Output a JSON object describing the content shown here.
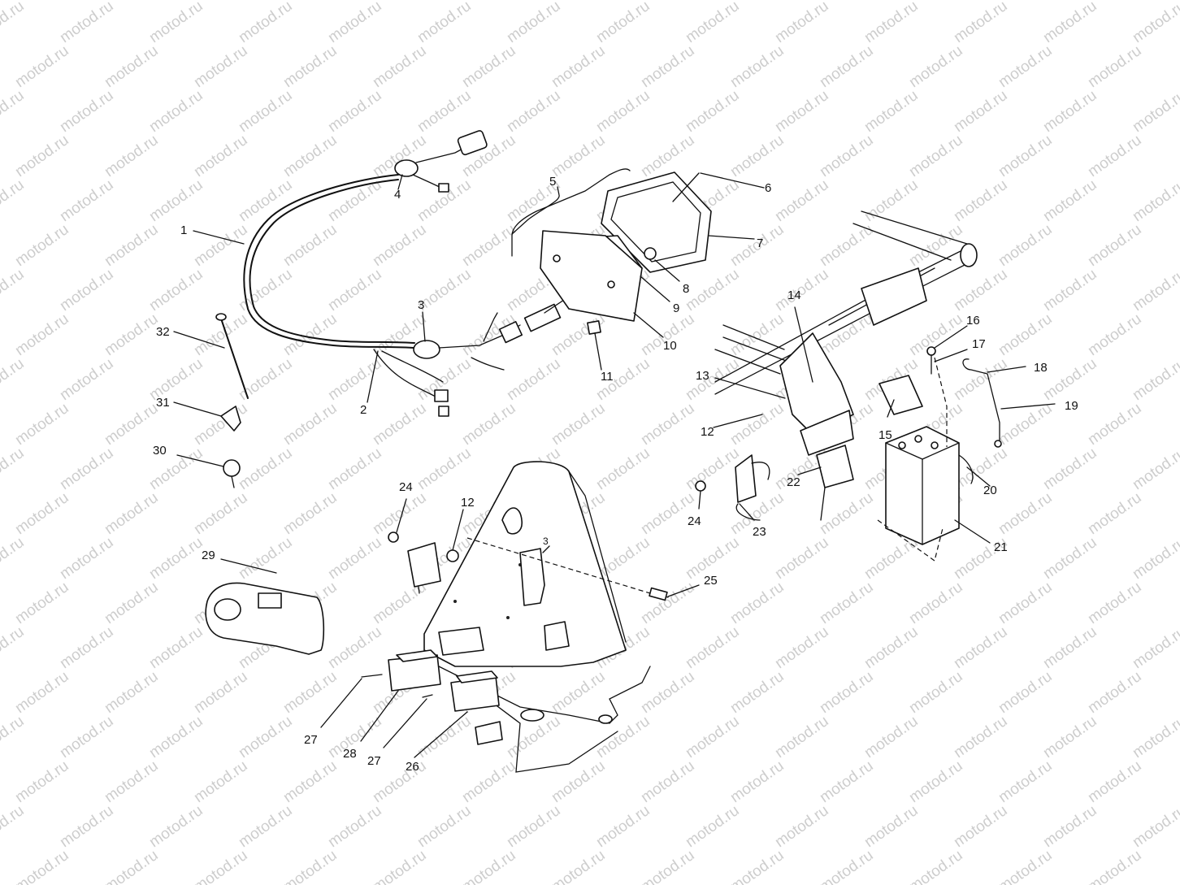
{
  "watermark": "motod.ru",
  "callouts": [
    "1",
    "2",
    "3",
    "4",
    "5",
    "6",
    "7",
    "8",
    "9",
    "10",
    "11",
    "12",
    "13",
    "14",
    "15",
    "16",
    "17",
    "18",
    "19",
    "20",
    "21",
    "22",
    "23",
    "24",
    "25",
    "26",
    "27",
    "28",
    "29",
    "30",
    "31",
    "32"
  ]
}
